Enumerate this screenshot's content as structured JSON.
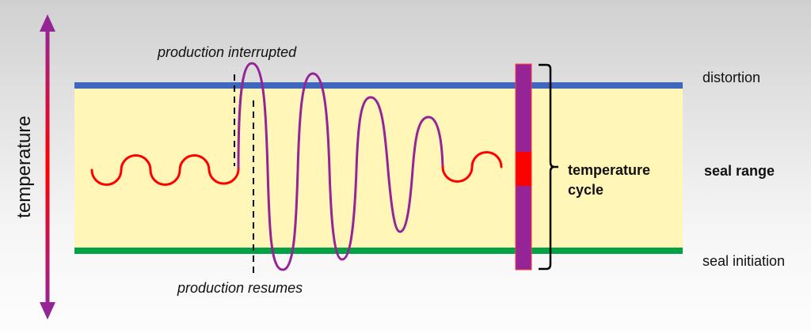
{
  "title": "Seal temperature window diagram",
  "axis": {
    "label": "temperature",
    "icon": "double-headed-vertical-arrow",
    "gradient_colors": [
      "#952596",
      "#ff0000",
      "#952596"
    ]
  },
  "zones": {
    "upper_limit": {
      "label": "distortion",
      "color": "#3f67bd"
    },
    "window": {
      "label": "seal range",
      "color": "#fff6b8"
    },
    "lower_limit": {
      "label": "seal initiation",
      "color": "#03a146"
    }
  },
  "annotations": {
    "interrupted": "production interrupted",
    "resumes": "production resumes",
    "cycle_line1": "temperature",
    "cycle_line2": "cycle"
  },
  "colors": {
    "stable_trace": "#ff0000",
    "unstable_trace": "#952596",
    "cycle_bar_outer": "#952596",
    "cycle_bar_inner": "#ff0000",
    "bracket": "#000000",
    "marker_line": "#000000"
  }
}
